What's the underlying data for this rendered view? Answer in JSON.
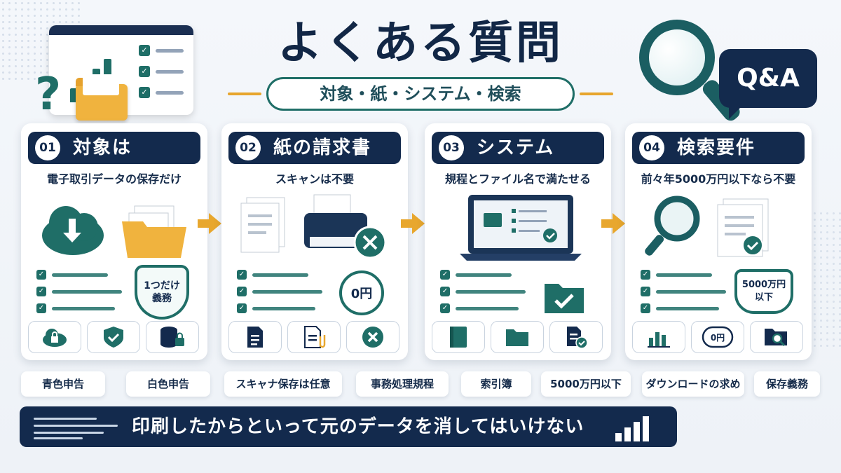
{
  "header": {
    "title": "よくある質問",
    "subtitle": "対象・紙・システム・検索",
    "qa_label": "Q&A"
  },
  "cards": [
    {
      "num": "01",
      "title": "対象は",
      "subtitle": "電子取引データの保存だけ",
      "badge": "1つだけ\n義務",
      "tiles": [
        "cloud-lock-icon",
        "shield-check-icon",
        "database-lock-icon"
      ]
    },
    {
      "num": "02",
      "title": "紙の請求書",
      "subtitle": "スキャンは不要",
      "badge": "0円",
      "tiles": [
        "document-icon",
        "document-clip-icon",
        "x-circle-icon"
      ]
    },
    {
      "num": "03",
      "title": "システム",
      "subtitle": "規程とファイル名で満たせる",
      "badge": "",
      "tiles": [
        "book-icon",
        "folder-icon",
        "document-check-icon"
      ]
    },
    {
      "num": "04",
      "title": "検索要件",
      "subtitle": "前々年5000万円以下なら不要",
      "badge": "5000万円\n以下",
      "tiles": [
        "bar-chart-icon",
        "zero-yen-icon",
        "folder-search-icon"
      ]
    }
  ],
  "tags": [
    "青色申告",
    "白色申告",
    "スキャナ保存は任意",
    "事務処理規程",
    "索引簿",
    "5000万円以下",
    "ダウンロードの求め",
    "保存義務"
  ],
  "footer": {
    "text": "印刷したからといって元のデータを消してはいけない"
  },
  "colors": {
    "navy": "#132a4d",
    "teal": "#1f6e67",
    "accent": "#e8a72e",
    "yellow_folder": "#f0b33e"
  }
}
